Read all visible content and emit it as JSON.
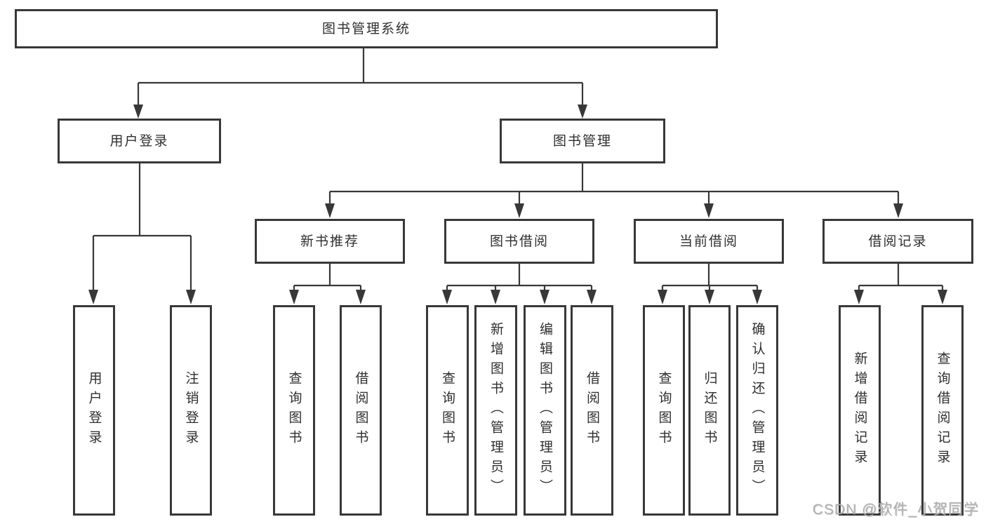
{
  "diagram": {
    "type": "functional-structure-tree",
    "colors": {
      "background": "#ffffff",
      "line": "#383838",
      "box_border": "#383838",
      "text": "#2f2f2f",
      "watermark": "#b0b0b0"
    }
  },
  "tree": {
    "label": "图书管理系统",
    "children": [
      {
        "label": "用户登录",
        "children": [
          {
            "label": "用户登录"
          },
          {
            "label": "注销登录"
          }
        ]
      },
      {
        "label": "图书管理",
        "children": [
          {
            "label": "新书推荐",
            "children": [
              {
                "label": "查询图书"
              },
              {
                "label": "借阅图书"
              }
            ]
          },
          {
            "label": "图书借阅",
            "children": [
              {
                "label": "查询图书"
              },
              {
                "label": "新增图书（管理员）"
              },
              {
                "label": "编辑图书（管理员）"
              },
              {
                "label": "借阅图书"
              }
            ]
          },
          {
            "label": "当前借阅",
            "children": [
              {
                "label": "查询图书"
              },
              {
                "label": "归还图书"
              },
              {
                "label": "确认归还（管理员）"
              }
            ]
          },
          {
            "label": "借阅记录",
            "children": [
              {
                "label": "新增借阅记录"
              },
              {
                "label": "查询借阅记录"
              }
            ]
          }
        ]
      }
    ]
  },
  "watermark": {
    "text": "CSDN @软件_小贺同学"
  }
}
